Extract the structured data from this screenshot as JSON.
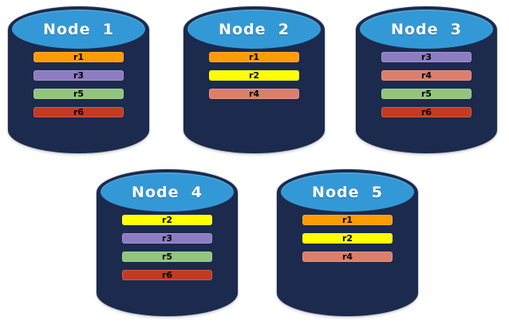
{
  "diagram": {
    "description": "Five database node cylinders showing replica placement",
    "background_color": "#FFFFFF",
    "node_body_color": "#1B2A4D",
    "node_top_color": "#3399D6",
    "title_text_color": "#FFFFFF",
    "replica_text_color": "#000000",
    "replica_colors": {
      "r1": "#FF9C00",
      "r2": "#FFFF00",
      "r3": "#8E7CC3",
      "r4": "#DC7E6C",
      "r5": "#93C47D",
      "r6": "#C33A20"
    },
    "nodes": [
      {
        "label": "Node  1",
        "replicas": [
          "r1",
          "r3",
          "r5",
          "r6"
        ]
      },
      {
        "label": "Node  2",
        "replicas": [
          "r1",
          "r2",
          "r4"
        ]
      },
      {
        "label": "Node  3",
        "replicas": [
          "r3",
          "r4",
          "r5",
          "r6"
        ]
      },
      {
        "label": "Node  4",
        "replicas": [
          "r2",
          "r3",
          "r5",
          "r6"
        ]
      },
      {
        "label": "Node  5",
        "replicas": [
          "r1",
          "r2",
          "r4"
        ]
      }
    ]
  }
}
